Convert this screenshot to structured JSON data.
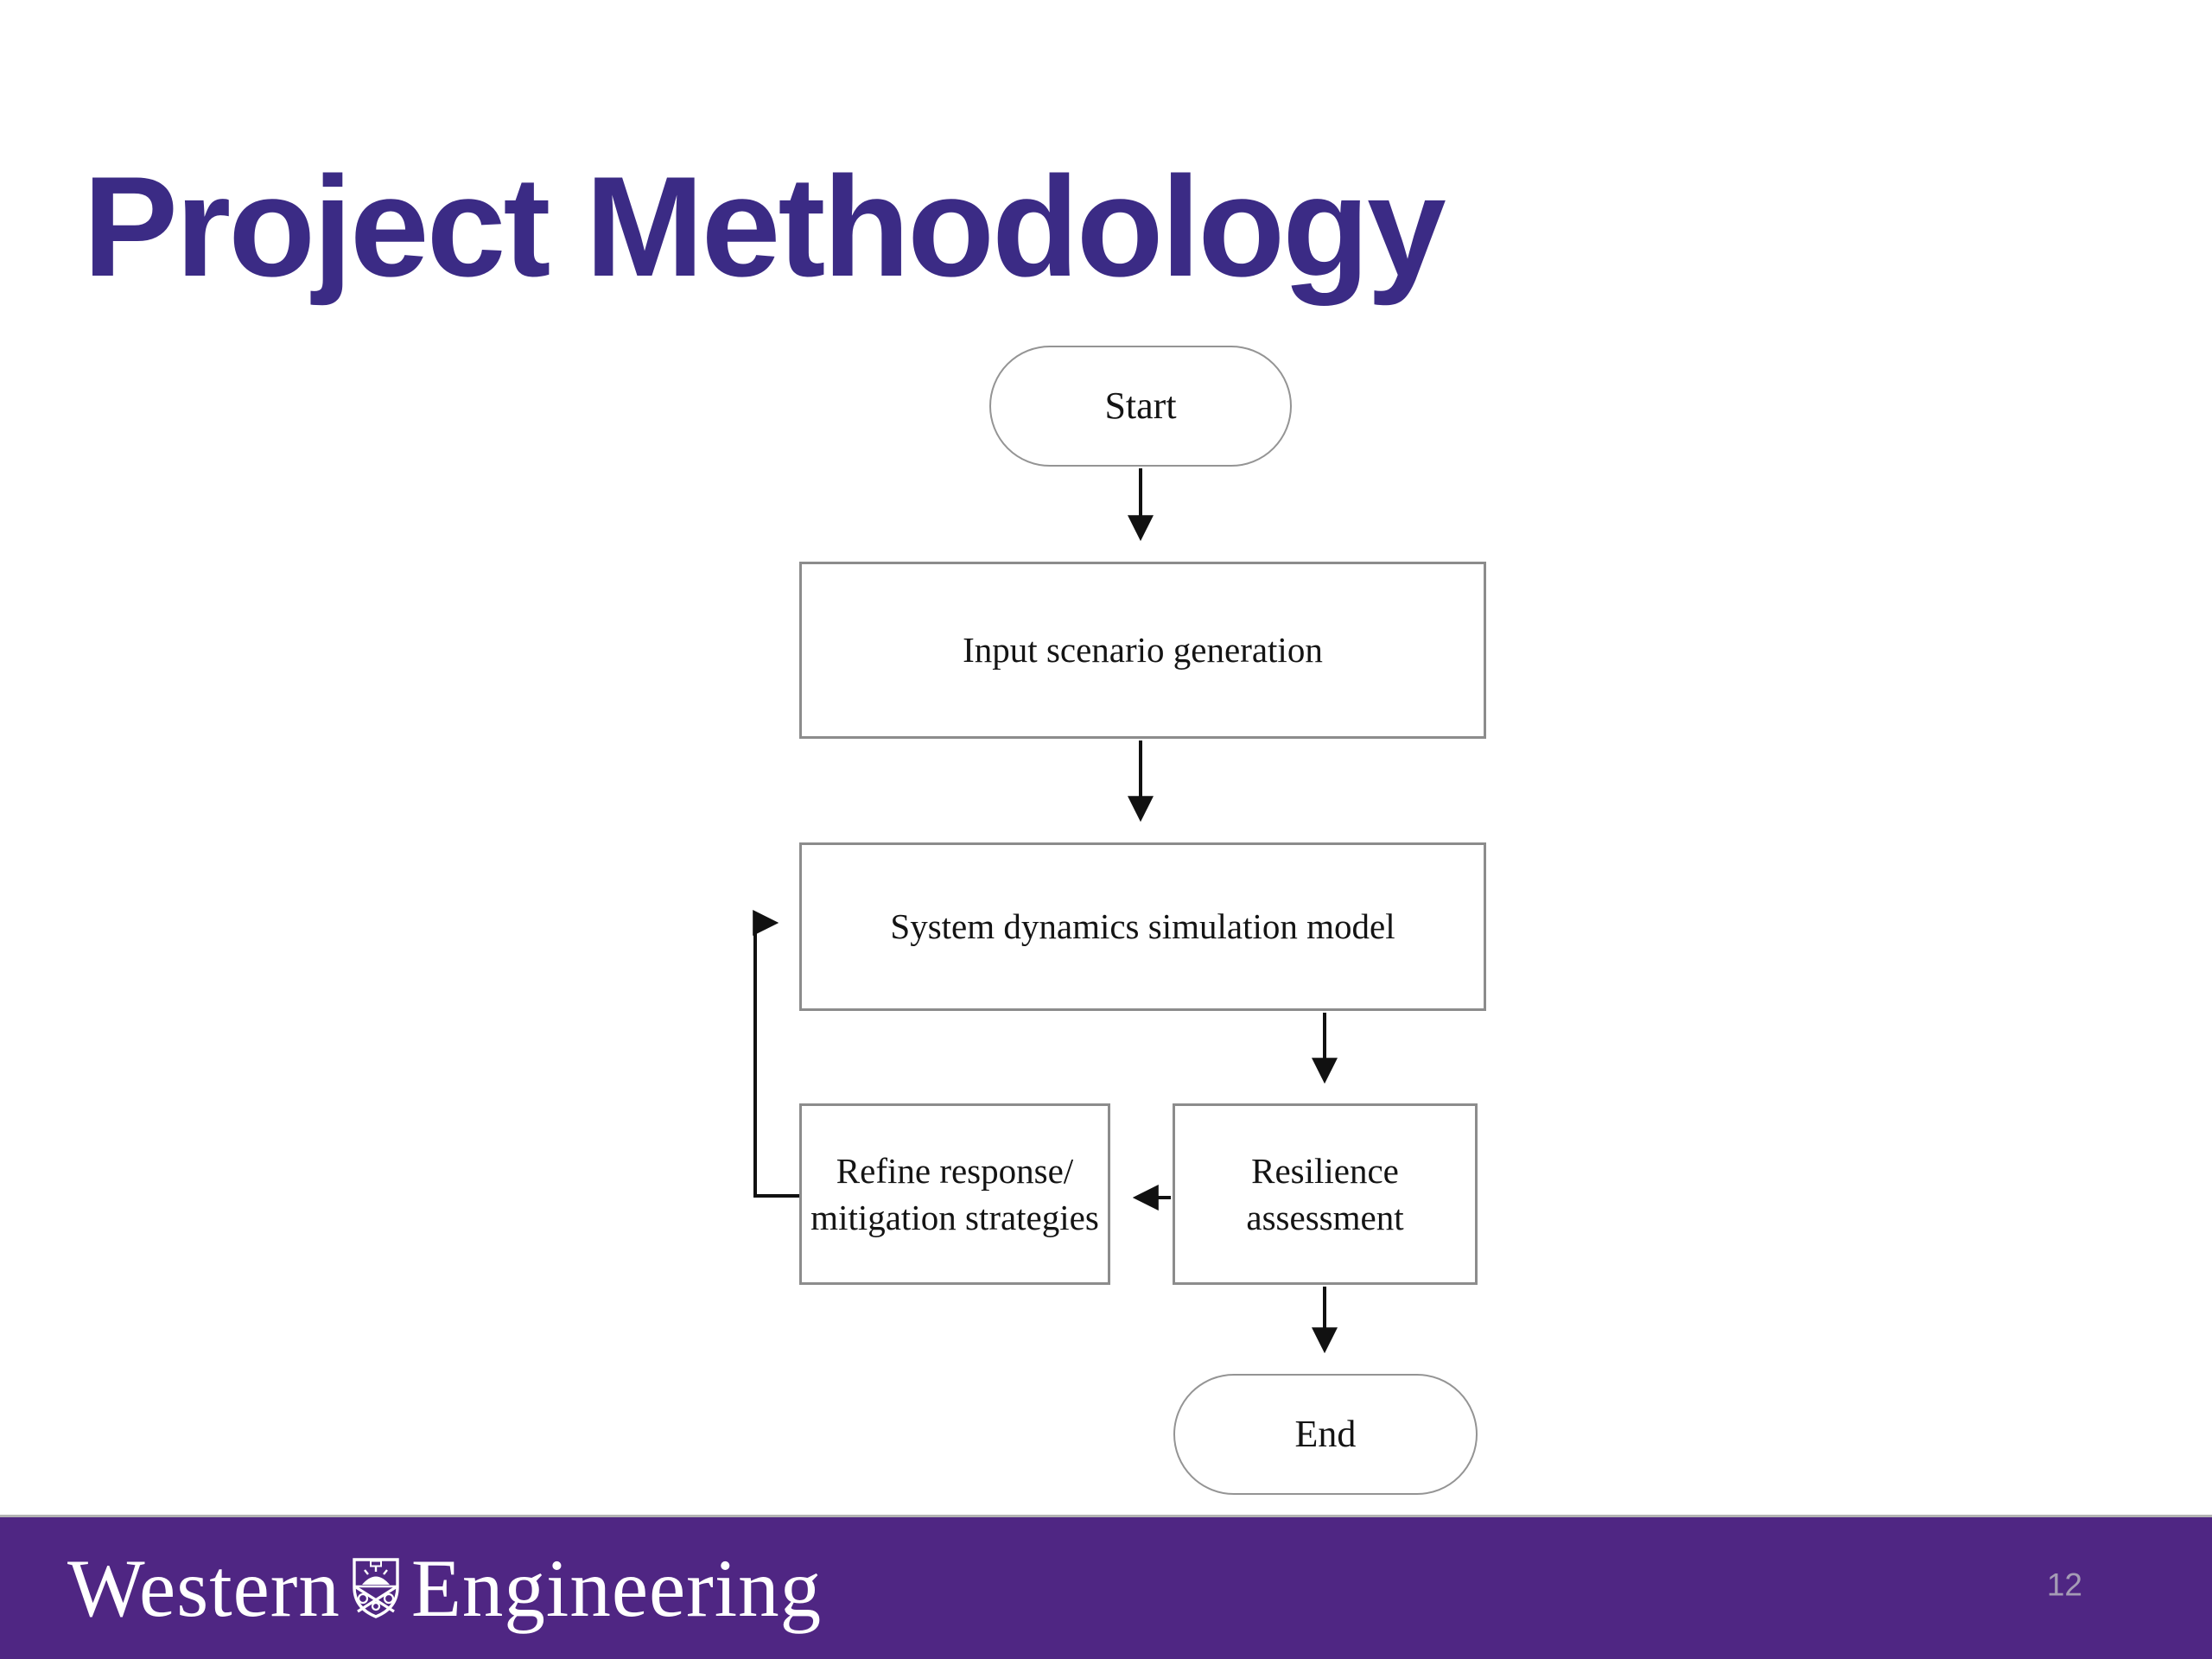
{
  "slide": {
    "title": "Project Methodology",
    "page_number": "12"
  },
  "footer": {
    "brand_left": "Western",
    "brand_right": "Engineering",
    "shield_icon": "western-university-crest"
  },
  "flowchart": {
    "nodes": {
      "start": {
        "label": "Start",
        "shape": "stadium"
      },
      "input": {
        "label": "Input scenario generation",
        "shape": "rectangle"
      },
      "system": {
        "label": "System dynamics simulation model",
        "shape": "rectangle"
      },
      "refine": {
        "line1": "Refine response/",
        "line2": "mitigation strategies",
        "shape": "rectangle"
      },
      "resilience": {
        "line1": "Resilience",
        "line2": "assessment",
        "shape": "rectangle"
      },
      "end": {
        "label": "End",
        "shape": "stadium"
      }
    },
    "edges": [
      {
        "from": "start",
        "to": "input"
      },
      {
        "from": "input",
        "to": "system"
      },
      {
        "from": "system",
        "to": "resilience"
      },
      {
        "from": "resilience",
        "to": "refine"
      },
      {
        "from": "refine",
        "to": "system",
        "note": "feedback loop"
      },
      {
        "from": "resilience",
        "to": "end"
      }
    ]
  },
  "colors": {
    "title-purple": "#3b2b85",
    "footer-purple": "#4f2683",
    "page-gray": "#a59cb5",
    "box-border": "#8c8c8c",
    "stadium-border": "#949494",
    "ink": "#141414"
  }
}
